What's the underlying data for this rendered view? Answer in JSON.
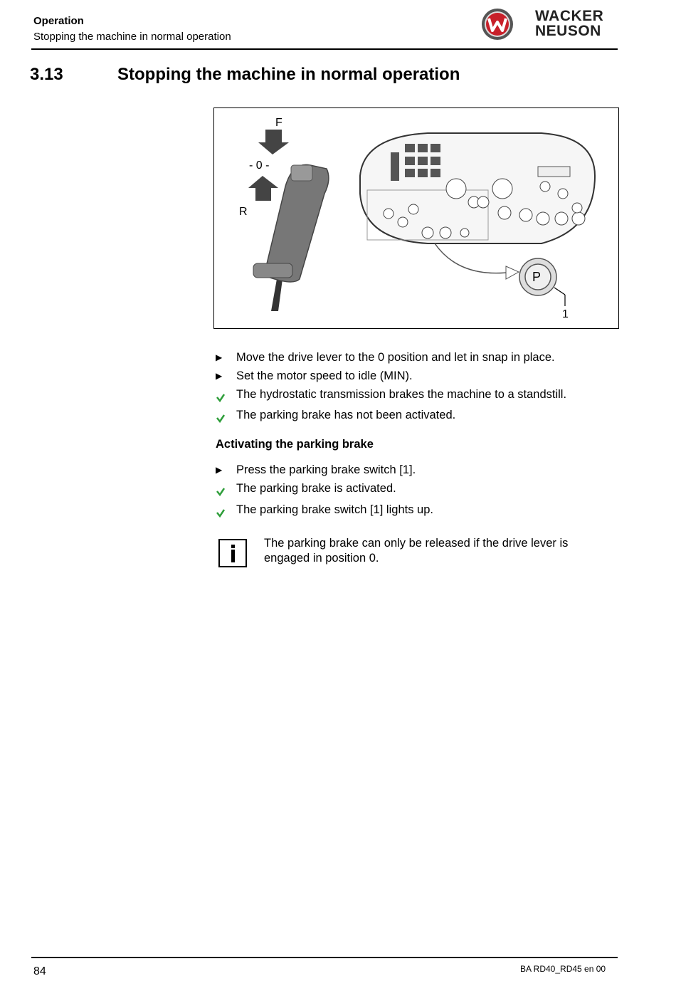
{
  "header": {
    "section": "Operation",
    "subtitle": "Stopping the machine in normal operation",
    "brand_line1": "WACKER",
    "brand_line2": "NEUSON"
  },
  "section": {
    "number": "3.13",
    "title": "Stopping the machine in normal operation"
  },
  "figure": {
    "label_forward": "F",
    "label_neutral": "- 0 -",
    "label_reverse": "R",
    "callout": "1",
    "parking_symbol": "P"
  },
  "steps": [
    {
      "type": "action",
      "text": "Move the drive lever to the 0 position and let in snap in place."
    },
    {
      "type": "action",
      "text": "Set the motor speed to idle (MIN)."
    },
    {
      "type": "result",
      "text": "The hydrostatic transmission brakes the machine to a standstill."
    },
    {
      "type": "result",
      "text": "The parking brake has not been activated."
    }
  ],
  "subheading": "Activating the parking brake",
  "steps2": [
    {
      "type": "action",
      "text": "Press the parking brake switch [1]."
    },
    {
      "type": "result",
      "text": "The parking brake is activated."
    },
    {
      "type": "result",
      "text": "The parking brake switch [1] lights up."
    }
  ],
  "info_note": "The parking brake can only be released if the drive lever is engaged in position 0.",
  "footer": {
    "page": "84",
    "doc_id": "BA  RD40_RD45  en  00"
  },
  "colors": {
    "check_green": "#2e9e3a",
    "logo_red": "#c8202a"
  }
}
